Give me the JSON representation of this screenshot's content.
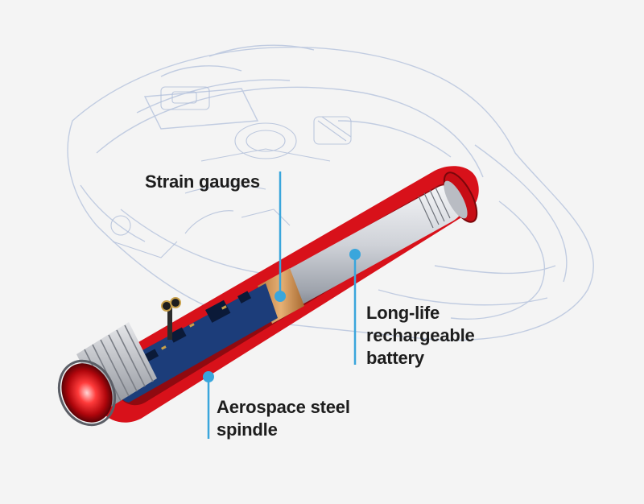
{
  "callouts": {
    "strain_gauges": {
      "lines": [
        "Strain gauges"
      ]
    },
    "battery": {
      "lines": [
        "Long-life",
        "rechargeable",
        "battery"
      ]
    },
    "spindle": {
      "lines": [
        "Aerospace steel",
        "spindle"
      ]
    }
  },
  "colors": {
    "background": "#f4f4f4",
    "leader_line": "#3aa6dc",
    "spindle_red": "#d8111a",
    "pcb_blue": "#1c3d7a",
    "battery_silver": "#c9ccd2",
    "pedal_outline": "#b9c6de",
    "label_text": "#1d1d1d"
  }
}
